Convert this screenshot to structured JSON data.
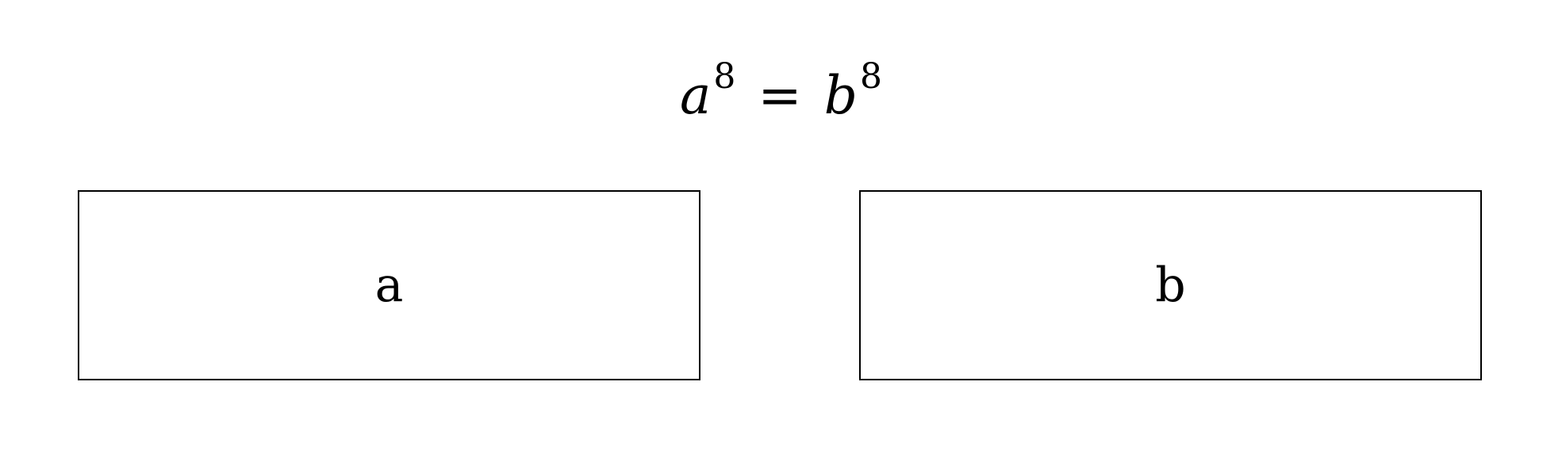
{
  "equation": {
    "left_base": "a",
    "left_exponent": "8",
    "operator": "=",
    "right_base": "b",
    "right_exponent": "8"
  },
  "boxes": [
    {
      "label": "a"
    },
    {
      "label": "b"
    }
  ]
}
